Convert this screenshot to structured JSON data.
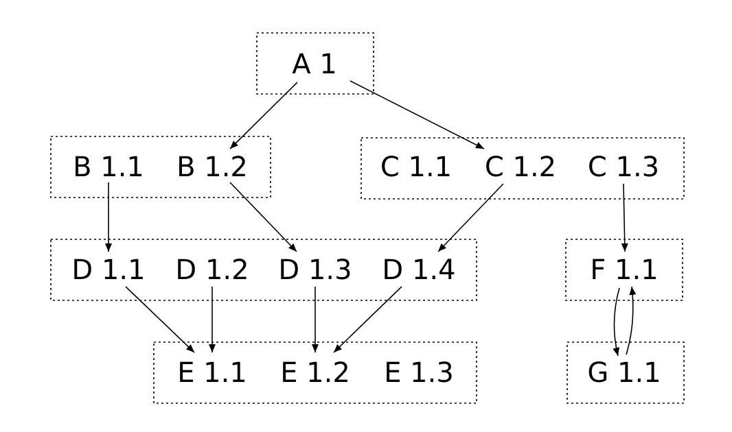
{
  "groups": [
    {
      "id": "A",
      "nodes": [
        {
          "id": "A1",
          "label": "A 1"
        }
      ]
    },
    {
      "id": "B",
      "nodes": [
        {
          "id": "B11",
          "label": "B 1.1"
        },
        {
          "id": "B12",
          "label": "B 1.2"
        }
      ]
    },
    {
      "id": "C",
      "nodes": [
        {
          "id": "C11",
          "label": "C 1.1"
        },
        {
          "id": "C12",
          "label": "C 1.2"
        },
        {
          "id": "C13",
          "label": "C 1.3"
        }
      ]
    },
    {
      "id": "D",
      "nodes": [
        {
          "id": "D11",
          "label": "D 1.1"
        },
        {
          "id": "D12",
          "label": "D 1.2"
        },
        {
          "id": "D13",
          "label": "D 1.3"
        },
        {
          "id": "D14",
          "label": "D 1.4"
        }
      ]
    },
    {
      "id": "F",
      "nodes": [
        {
          "id": "F11",
          "label": "F 1.1"
        }
      ]
    },
    {
      "id": "E",
      "nodes": [
        {
          "id": "E11",
          "label": "E 1.1"
        },
        {
          "id": "E12",
          "label": "E 1.2"
        },
        {
          "id": "E13",
          "label": "E 1.3"
        }
      ]
    },
    {
      "id": "G",
      "nodes": [
        {
          "id": "G11",
          "label": "G 1.1"
        }
      ]
    }
  ],
  "edges": [
    {
      "from": "A1",
      "to": "B12"
    },
    {
      "from": "A1",
      "to": "C12"
    },
    {
      "from": "B11",
      "to": "D11"
    },
    {
      "from": "B12",
      "to": "D13"
    },
    {
      "from": "C12",
      "to": "D14"
    },
    {
      "from": "C13",
      "to": "F11"
    },
    {
      "from": "D11",
      "to": "E11"
    },
    {
      "from": "D12",
      "to": "E11"
    },
    {
      "from": "D13",
      "to": "E12"
    },
    {
      "from": "D14",
      "to": "E12"
    },
    {
      "from": "F11",
      "to": "G11"
    },
    {
      "from": "G11",
      "to": "F11"
    }
  ]
}
